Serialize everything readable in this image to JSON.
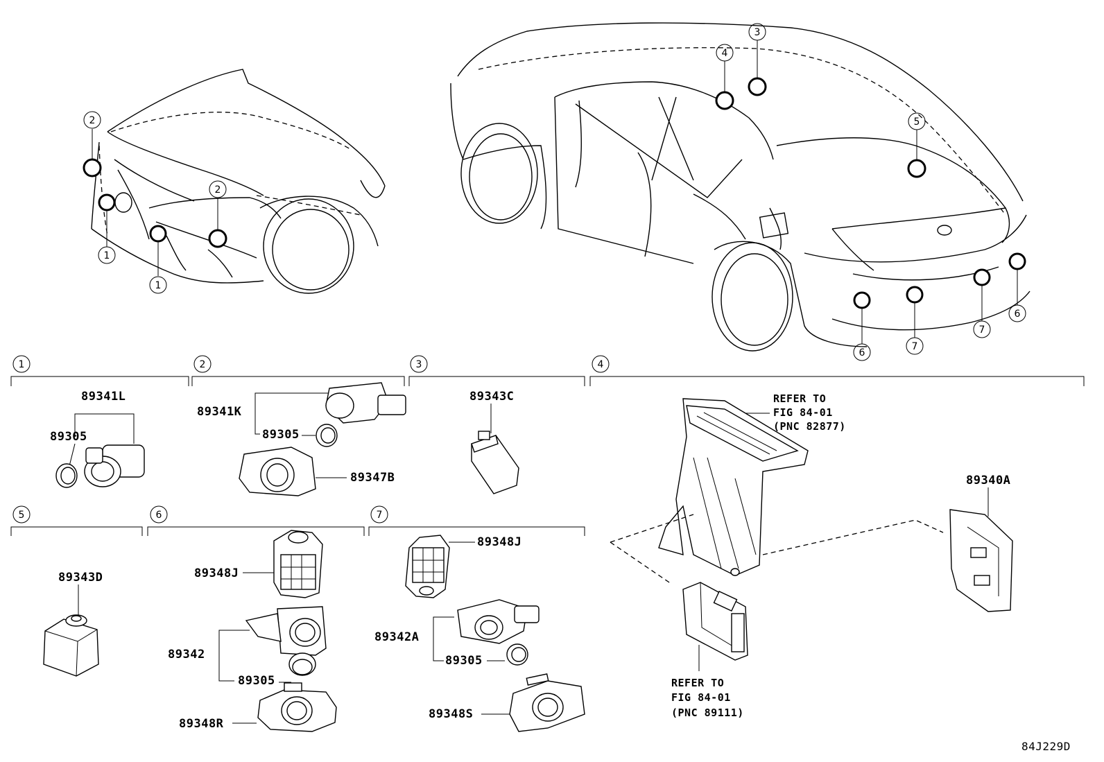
{
  "drawing_code": "84J229D",
  "section_markers": [
    "1",
    "2",
    "3",
    "4",
    "5",
    "6",
    "7"
  ],
  "groups": {
    "g1": {
      "marker": "1",
      "labels": [
        "89341L",
        "89305"
      ]
    },
    "g2": {
      "marker": "2",
      "labels": [
        "89341K",
        "89305",
        "89347B"
      ]
    },
    "g3": {
      "marker": "3",
      "labels": [
        "89343C"
      ]
    },
    "g4": {
      "marker": "4",
      "labels": [
        "89340A"
      ],
      "ref_top": [
        "REFER TO",
        "FIG 84-01",
        "(PNC 82877)"
      ],
      "ref_bottom": [
        "REFER TO",
        "FIG 84-01",
        "(PNC 89111)"
      ]
    },
    "g5": {
      "marker": "5",
      "labels": [
        "89343D"
      ]
    },
    "g6": {
      "marker": "6",
      "labels": [
        "89348J",
        "89342",
        "89305",
        "89348R"
      ]
    },
    "g7": {
      "marker": "7",
      "labels": [
        "89348J",
        "89342A",
        "89305",
        "89348S"
      ]
    }
  },
  "callouts": {
    "front": [
      "2",
      "1",
      "2",
      "1"
    ],
    "rear": [
      "3",
      "4",
      "5",
      "6",
      "7",
      "7",
      "6"
    ]
  }
}
